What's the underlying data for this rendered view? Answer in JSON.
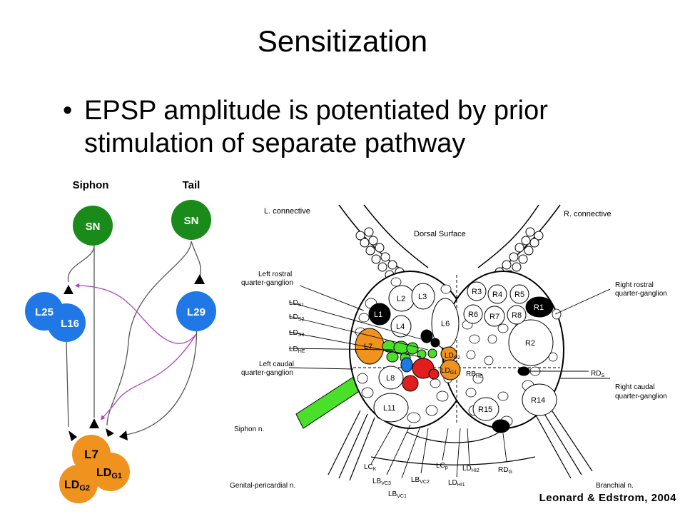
{
  "title": "Sensitization",
  "bullet": {
    "glyph": "•",
    "text": "EPSP amplitude is potentiated by prior stimulation of separate pathway"
  },
  "circuit": {
    "siphon_label": "Siphon",
    "tail_label": "Tail",
    "sn_siphon": "SN",
    "sn_tail": "SN",
    "l16": "L16",
    "l25": "L25",
    "l29": "L29",
    "l7": "L7",
    "ldg1": {
      "main": "LD",
      "sub": "G1"
    },
    "ldg2": {
      "main": "LD",
      "sub": "G2"
    },
    "colors": {
      "sensory": "#1a8a1a",
      "inter": "#1f78e6",
      "motor": "#f0921e",
      "facilitation": "#b040c0"
    }
  },
  "ganglion": {
    "l_connective": "L. connective",
    "r_connective": "R. connective",
    "dorsal": "Dorsal Surface",
    "left_rostral": [
      "Left rostral",
      "quarter-ganglion"
    ],
    "right_rostral": [
      "Right rostral",
      "quarter-ganglion"
    ],
    "left_caudal": [
      "Left caudal",
      "quarter-ganglion"
    ],
    "right_caudal": [
      "Right caudal",
      "quarter-ganglion"
    ],
    "siphon_n": "Siphon n.",
    "genital_n": "Genital-pericardial n.",
    "branchial_n": "Branchial n.",
    "left_labels": [
      {
        "main": "LD",
        "sub": "S1"
      },
      {
        "main": "LD",
        "sub": "S2"
      },
      {
        "main": "LD",
        "sub": "S3"
      },
      {
        "main": "LD",
        "sub": "HE"
      }
    ],
    "rds": {
      "main": "RD",
      "sub": "S"
    },
    "rbhe": {
      "main": "RB",
      "sub": "HE"
    },
    "ldg2": {
      "main": "LD",
      "sub": "G2"
    },
    "ldg1": {
      "main": "LD",
      "sub": "G1"
    },
    "rdg": {
      "main": "RD",
      "sub": "G"
    },
    "bottom_labels": [
      {
        "main": "LC",
        "sub": "K"
      },
      {
        "main": "LB",
        "sub": "VC3"
      },
      {
        "main": "LB",
        "sub": "VC1"
      },
      {
        "main": "LB",
        "sub": "VC2"
      },
      {
        "main": "LC",
        "sub": "p"
      },
      {
        "main": "LD",
        "sub": "HI1"
      },
      {
        "main": "LD",
        "sub": "HI2"
      }
    ],
    "cells": [
      "L1",
      "L2",
      "L3",
      "L4",
      "L6",
      "L7",
      "L8",
      "L11",
      "R1",
      "R2",
      "R3",
      "R4",
      "R5",
      "R6",
      "R7",
      "R8",
      "R14",
      "R15"
    ]
  },
  "citation": "Leonard & Edstrom, 2004"
}
